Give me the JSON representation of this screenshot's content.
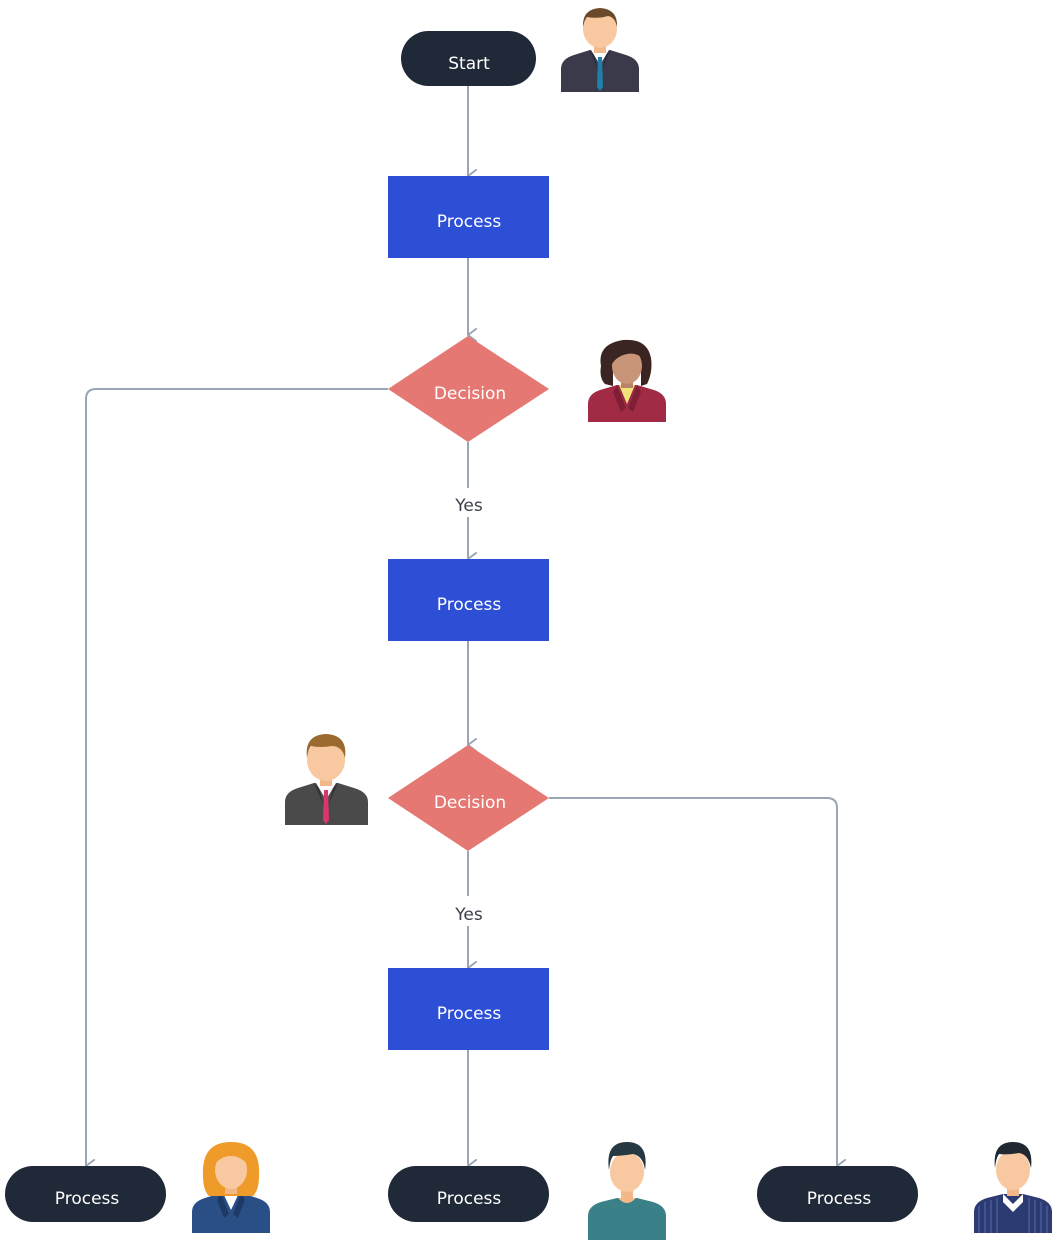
{
  "colors": {
    "terminal": "#1f2937",
    "process": "#2c4fd6",
    "decision": "#e57873",
    "connector": "#9aa6b5",
    "canvas": "#ffffff"
  },
  "nodes": {
    "start": {
      "label": "Start"
    },
    "process_1": {
      "label": "Process"
    },
    "decision_1": {
      "label": "Decision"
    },
    "process_2": {
      "label": "Process"
    },
    "decision_2": {
      "label": "Decision"
    },
    "process_3": {
      "label": "Process"
    },
    "end_left": {
      "label": "Process"
    },
    "end_middle": {
      "label": "Process"
    },
    "end_right": {
      "label": "Process"
    }
  },
  "edges": {
    "decision_1_yes": {
      "label": "Yes"
    },
    "decision_2_yes": {
      "label": "Yes"
    }
  },
  "avatars": [
    {
      "name": "man-suit-blue-tie-icon"
    },
    {
      "name": "woman-red-jacket-icon"
    },
    {
      "name": "man-suit-red-tie-icon"
    },
    {
      "name": "woman-orange-hair-icon"
    },
    {
      "name": "man-teal-shirt-icon"
    },
    {
      "name": "man-striped-sweater-icon"
    }
  ]
}
